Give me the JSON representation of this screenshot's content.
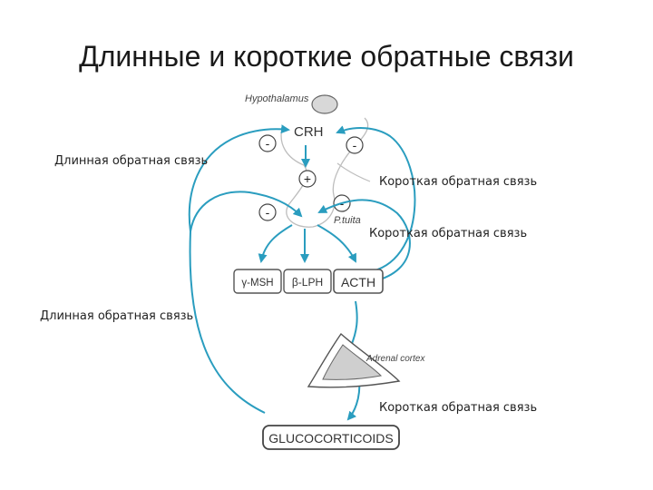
{
  "title": "Длинные и короткие обратные связи",
  "labels": {
    "long_feedback_upper": "Длинная обратная связь",
    "short_feedback_upper": "Короткая обратная связь",
    "short_feedback_middle": "Короткая обратная связь",
    "long_feedback_lower": "Длинная обратная связь",
    "short_feedback_lower": "Короткая обратная связь"
  },
  "diagram": {
    "hypothalamus": "Hypothalamus",
    "crh": "CRH",
    "pituitary": "P.tuita",
    "msh": "γ-MSH",
    "lph": "β-LPH",
    "acth": "ACTH",
    "adrenal_cortex": "Adrenal cortex",
    "glucocorticoids": "GLUCOCORTICOIDS",
    "minus_sign": "-",
    "plus_sign": "+"
  },
  "colors": {
    "arrow": "#2a9dbf",
    "outline": "#555555",
    "box_fill": "#ffffff",
    "adrenal_fill": "#cfcfcf"
  }
}
